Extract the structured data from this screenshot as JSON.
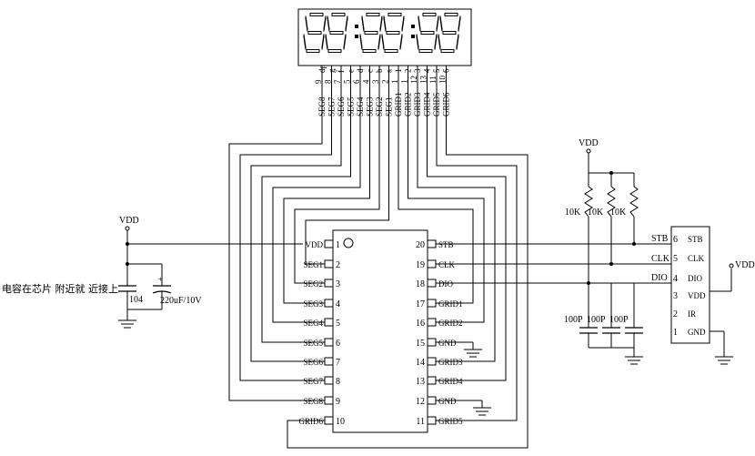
{
  "display": {
    "top_pins": [
      "dp",
      "g",
      "f",
      "e",
      "d",
      "c",
      "b",
      "a",
      "1",
      "2",
      "3",
      "4",
      "5",
      "6"
    ],
    "bottom_pins": [
      "9",
      "8",
      "7",
      "5",
      "6",
      "4",
      "3",
      "2",
      "1",
      "1",
      "12",
      "13",
      "11",
      "10"
    ],
    "nets": [
      "SEG8",
      "SEG7",
      "SEG6",
      "SEG5",
      "SEG4",
      "SEG3",
      "SEG2",
      "SEG1",
      "GRID1",
      "GRID2",
      "GRID3",
      "GRID4",
      "GRID5",
      "GRID6"
    ]
  },
  "ic": {
    "left_pins": [
      {
        "num": "1",
        "name": "VDD"
      },
      {
        "num": "2",
        "name": "SEG1"
      },
      {
        "num": "3",
        "name": "SEG2"
      },
      {
        "num": "4",
        "name": "SEG3"
      },
      {
        "num": "5",
        "name": "SEG4"
      },
      {
        "num": "6",
        "name": "SEG5"
      },
      {
        "num": "7",
        "name": "SEG6"
      },
      {
        "num": "8",
        "name": "SEG7"
      },
      {
        "num": "9",
        "name": "SEG8"
      },
      {
        "num": "10",
        "name": "GRID6"
      }
    ],
    "right_pins": [
      {
        "num": "20",
        "name": "STB"
      },
      {
        "num": "19",
        "name": "CLK"
      },
      {
        "num": "18",
        "name": "DIO"
      },
      {
        "num": "17",
        "name": "GRID1"
      },
      {
        "num": "16",
        "name": "GRID2"
      },
      {
        "num": "15",
        "name": "GND"
      },
      {
        "num": "14",
        "name": "GRID3"
      },
      {
        "num": "13",
        "name": "GRID4"
      },
      {
        "num": "12",
        "name": "GND"
      },
      {
        "num": "11",
        "name": "GRID5"
      }
    ]
  },
  "power": {
    "vdd_left": "VDD",
    "vdd_right": "VDD",
    "vdd_conn": "VDD"
  },
  "capacitors": {
    "c_small": "104",
    "c_bulk": "220uF/10V",
    "c_plus": "+",
    "filters": [
      "100P",
      "100P",
      "100P"
    ]
  },
  "resistors": [
    "10K",
    "10K",
    "10K"
  ],
  "signals": [
    "STB",
    "CLK",
    "DIO"
  ],
  "connector": {
    "pins": [
      {
        "num": "6",
        "name": "STB"
      },
      {
        "num": "5",
        "name": "CLK"
      },
      {
        "num": "4",
        "name": "DIO"
      },
      {
        "num": "3",
        "name": "VDD"
      },
      {
        "num": "2",
        "name": "IR"
      },
      {
        "num": "1",
        "name": "GND"
      }
    ]
  },
  "note": "电容在芯片 附近就 近接上"
}
